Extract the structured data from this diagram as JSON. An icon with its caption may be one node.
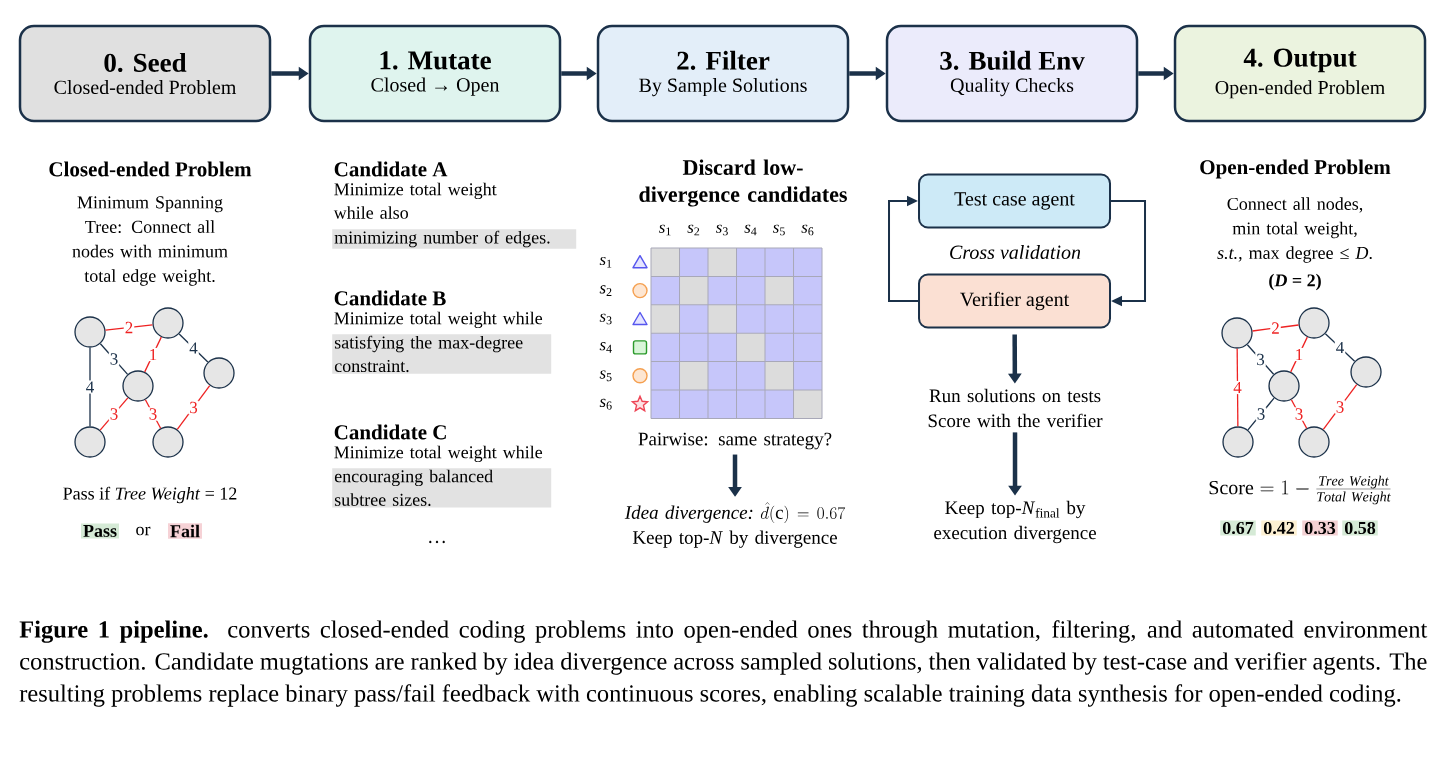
{
  "diagram": {
    "caption": "**Figure 1 pipeline.** converts closed-ended coding problems into open-ended ones through mutation, filtering, and automated environment construction. Candidate mugtations are ranked by idea divergence across sampled solutions, then validated by test-case and verifier agents. The resulting problems replace binary pass/fail feedback with continuous scores, enabling scalable training data synthesis for open-ended coding.",
    "nodes": [
      {
        "text": [
          "0. Seed",
          "Closed-ended Problem"
        ]
      },
      {
        "text": [
          "1. Mutate",
          "Closed → Open"
        ]
      },
      {
        "text": [
          "2. Filter",
          "By Sample Solutions"
        ]
      },
      {
        "text": [
          "3. Build Env",
          "Quality Checks"
        ]
      },
      {
        "text": [
          "4. Output",
          "Open-ended Problem"
        ]
      },
      {
        "text": [
          "Test case agent"
        ]
      },
      {
        "text": [
          "Verifier agent"
        ]
      },
      {
        "text": [
          "Pairwise: same strategy?"
        ]
      },
      {
        "text": [
          "\\textit{Idea divergence:}\\ \\hat{d}(\\mathrm{c}) = 0.67",
          "Keep top-*N* by divergence"
        ]
      },
      {
        "text": [
          "Run solutions on tests",
          "Score with the verifier"
        ]
      },
      {
        "text": [
          "Keep top-*N*$_{final}$ by execution divergence"
        ]
      },
      {
        "text": [],
        "shape": "circle"
      },
      {
        "text": [],
        "shape": "circle"
      },
      {
        "text": [],
        "shape": "circle"
      },
      {
        "text": [],
        "shape": "circle"
      },
      {
        "text": [],
        "shape": "circle"
      },
      {
        "text": [],
        "shape": "circle"
      },
      {
        "text": [],
        "shape": "circle"
      },
      {
        "text": [],
        "shape": "circle"
      },
      {
        "text": [],
        "shape": "circle"
      },
      {
        "text": [],
        "shape": "circle"
      },
      {
        "text": [],
        "shape": "circle"
      },
      {
        "text": [],
        "shape": "circle"
      }
    ],
    "edges": [
      {
        "from": 0,
        "to": 1,
        "arrow": "to",
        "style": "thick"
      },
      {
        "from": 1,
        "to": 2,
        "arrow": "to",
        "style": "thick"
      },
      {
        "from": 2,
        "to": 3,
        "arrow": "to",
        "style": "thick"
      },
      {
        "from": 3,
        "to": 4,
        "arrow": "to",
        "style": "thick"
      },
      {
        "from": 6,
        "to": 5,
        "arrow": "to"
      },
      {
        "from": 5,
        "to": 6,
        "arrow": "to"
      },
      {
        "from": 7,
        "to": 8,
        "arrow": "to",
        "style": "thick"
      },
      {
        "from": 6,
        "to": 9,
        "arrow": "to",
        "style": "thick"
      },
      {
        "from": 9,
        "to": 10,
        "arrow": "to",
        "style": "thick"
      },
      {
        "from": 11,
        "to": 12,
        "arrow": "none",
        "label": "2",
        "color": "#ee2222"
      },
      {
        "from": 12,
        "to": 13,
        "arrow": "none",
        "label": "1",
        "color": "#ee2222"
      },
      {
        "from": 11,
        "to": 13,
        "arrow": "none",
        "label": "3"
      },
      {
        "from": 12,
        "to": 14,
        "arrow": "none",
        "label": "4"
      },
      {
        "from": 11,
        "to": 15,
        "arrow": "none",
        "label": "4"
      },
      {
        "from": 13,
        "to": 15,
        "arrow": "none",
        "label": "3",
        "color": "#ee2222"
      },
      {
        "from": 13,
        "to": 16,
        "arrow": "none",
        "label": "3",
        "color": "#ee2222"
      },
      {
        "from": 14,
        "to": 16,
        "arrow": "none",
        "label": "3",
        "color": "#ee2222"
      },
      {
        "from": 17,
        "to": 18,
        "arrow": "none",
        "label": "2",
        "color": "#ee2222"
      },
      {
        "from": 18,
        "to": 19,
        "arrow": "none",
        "label": "1",
        "color": "#ee2222"
      },
      {
        "from": 17,
        "to": 19,
        "arrow": "none",
        "label": "3"
      },
      {
        "from": 18,
        "to": 20,
        "arrow": "none",
        "label": "4"
      },
      {
        "from": 17,
        "to": 21,
        "arrow": "none",
        "label": "4",
        "color": "#ee2222"
      },
      {
        "from": 19,
        "to": 21,
        "arrow": "none",
        "label": "3"
      },
      {
        "from": 19,
        "to": 22,
        "arrow": "none",
        "label": "3",
        "color": "#ee2222"
      },
      {
        "from": 20,
        "to": 22,
        "arrow": "none",
        "label": "3",
        "color": "#ee2222"
      }
    ],
    "labels": [
      "Closed-ended Problem",
      "Minimum Spanning Tree: Connect all nodes with minimum total edge weight.",
      "Pass if *Tree Weight* = 12",
      "Pass",
      "or",
      "Fail",
      "Candidate A",
      "Minimize total weight while also",
      "minimizing number of edges.",
      "Candidate B",
      "Minimize total weight while",
      "satisfying the max-degree constraint.",
      "Candidate C",
      "Minimize total weight while",
      "encouraging balanced subtree sizes.",
      "…",
      "Discard low-divergence candidates",
      "*s*$_{1}$",
      "*s*$_{2}$",
      "*s*$_{3}$",
      "*s*$_{4}$",
      "*s*$_{5}$",
      "*s*$_{6}$",
      "*s*$_{1}$",
      "*s*$_{2}$",
      "*s*$_{3}$",
      "*s*$_{4}$",
      "*s*$_{5}$",
      "*s*$_{6}$",
      "Cross validation",
      "Open-ended Problem",
      "Connect all nodes, min total weight, *s.t.,* max degree ≤ *D*.",
      "(*D* = 2)",
      "\\mathrm{Score} = 1 - \\frac{\\mathit{Tree\\ Weight}}{\\mathit{Total\\ Weight}}",
      "0.67",
      "0.42",
      "0.33",
      "0.58"
    ]
  }
}
